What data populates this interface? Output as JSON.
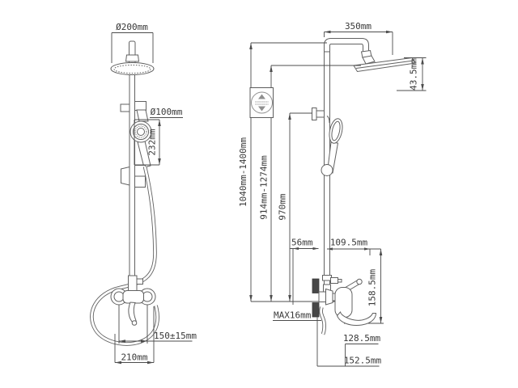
{
  "title": "shower-system-technical-drawing",
  "colors": {
    "background": "#ffffff",
    "line": "#616161",
    "dimension": "#4c4c4c",
    "text": "#383838",
    "wall_fill": "#474747"
  },
  "front_view": {
    "dims": {
      "head_diameter": "Ø200mm",
      "hand_shower_diameter": "Ø100mm",
      "hand_shower_length": "232mm",
      "inlet_centers": "150±15mm",
      "base_width": "210mm"
    }
  },
  "side_view": {
    "dims": {
      "arm_reach": "350mm",
      "head_height": "43.5mm",
      "overall_height": "1040mm-1400mm",
      "riser_height": "914mm-1274mm",
      "bracket_height": "970mm",
      "wall_offset": "56mm",
      "body_reach": "109.5mm",
      "valve_height": "158.5mm",
      "wall_thickness": "MAX16mm",
      "spout_reach": "128.5mm",
      "base_depth": "152.5mm"
    },
    "icons": {
      "height_adjustable": "height-adjustable-icon"
    }
  }
}
